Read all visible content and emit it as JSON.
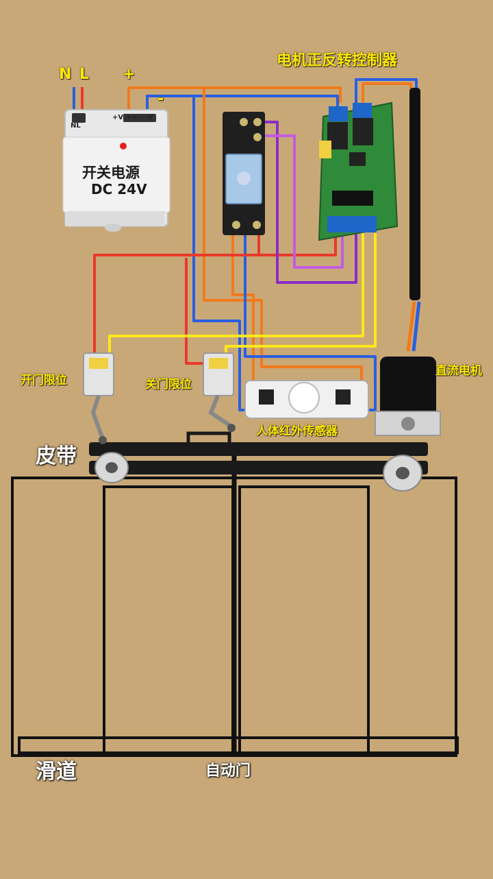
{
  "labels": {
    "controller": "电机正反转控制器",
    "psu_n": "N",
    "psu_l": "L",
    "psu_plus": "+",
    "psu_minus": "-",
    "psu_title": "开关电源",
    "psu_voltage": "DC 24V",
    "psu_terminals_in": "NL",
    "psu_terminals_out": "+V ++-- -V",
    "open_limit": "开门限位",
    "close_limit": "关门限位",
    "dc_motor": "直流电机",
    "pir_sensor": "人体红外传感器",
    "belt": "皮带",
    "track": "滑道",
    "auto_door": "自动门"
  },
  "colors": {
    "background": "#c9a878",
    "wire_red": "#e83a2a",
    "wire_orange": "#f07a1c",
    "wire_blue": "#2a5fe0",
    "wire_yellow": "#ffe81a",
    "wire_purple": "#8a2cc8",
    "wire_violet": "#c25ce0",
    "belt": "#1a1a1a",
    "pcb_green": "#2f8a3a",
    "label_yellow": "#ffe800"
  },
  "icons": [
    "power-supply-icon",
    "relay-icon",
    "controller-board-icon",
    "limit-switch-icon",
    "pir-sensor-icon",
    "dc-motor-icon",
    "pulley-icon"
  ]
}
